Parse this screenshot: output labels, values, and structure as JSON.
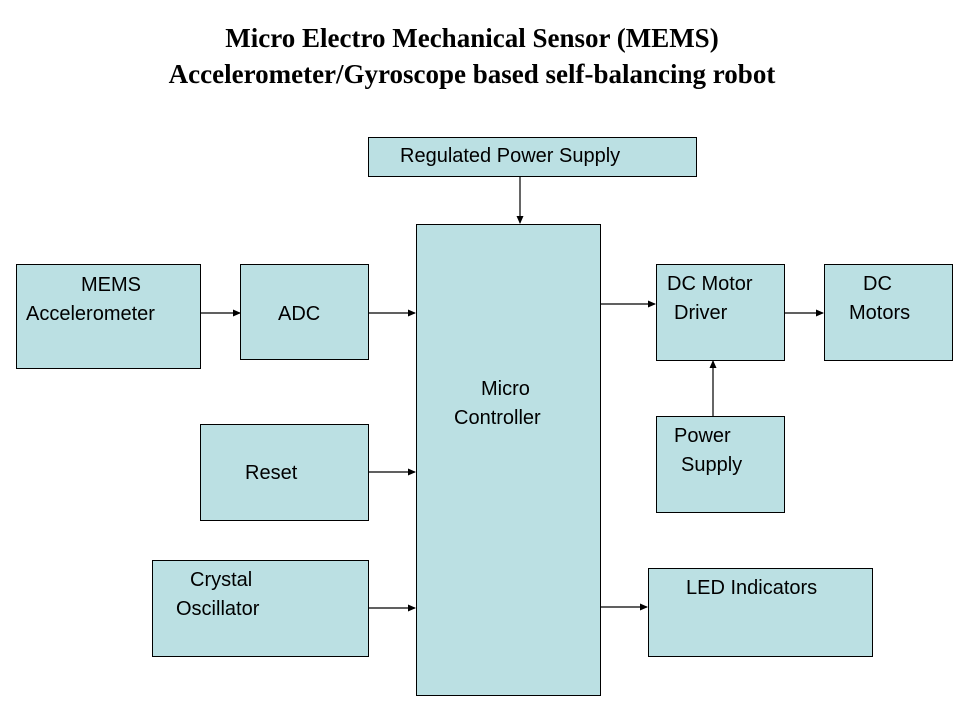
{
  "title": {
    "line1": "Micro Electro Mechanical Sensor (MEMS)",
    "line2": "Accelerometer/Gyroscope based self-balancing robot"
  },
  "blocks": {
    "regulated_power_supply": {
      "label": "Regulated Power Supply"
    },
    "mems_accelerometer": {
      "line1": "MEMS",
      "line2": "Accelerometer"
    },
    "adc": {
      "label": "ADC"
    },
    "micro_controller": {
      "line1": "Micro",
      "line2": "Controller"
    },
    "reset": {
      "label": "Reset"
    },
    "crystal_oscillator": {
      "line1": "Crystal",
      "line2": "Oscillator"
    },
    "dc_motor_driver": {
      "line1": "DC Motor",
      "line2": "Driver"
    },
    "dc_motors": {
      "line1": "DC",
      "line2": "Motors"
    },
    "power_supply": {
      "line1": "Power",
      "line2": "Supply"
    },
    "led_indicators": {
      "label": "LED Indicators"
    }
  },
  "connections": [
    {
      "from": "Regulated Power Supply",
      "to": "Micro Controller"
    },
    {
      "from": "MEMS Accelerometer",
      "to": "ADC"
    },
    {
      "from": "ADC",
      "to": "Micro Controller"
    },
    {
      "from": "Reset",
      "to": "Micro Controller"
    },
    {
      "from": "Crystal Oscillator",
      "to": "Micro Controller"
    },
    {
      "from": "Micro Controller",
      "to": "DC Motor Driver"
    },
    {
      "from": "DC Motor Driver",
      "to": "DC Motors"
    },
    {
      "from": "Power Supply",
      "to": "DC Motor Driver"
    },
    {
      "from": "Micro Controller",
      "to": "LED Indicators"
    }
  ],
  "colors": {
    "block_fill": "#bbe0e3",
    "stroke": "#000000"
  }
}
